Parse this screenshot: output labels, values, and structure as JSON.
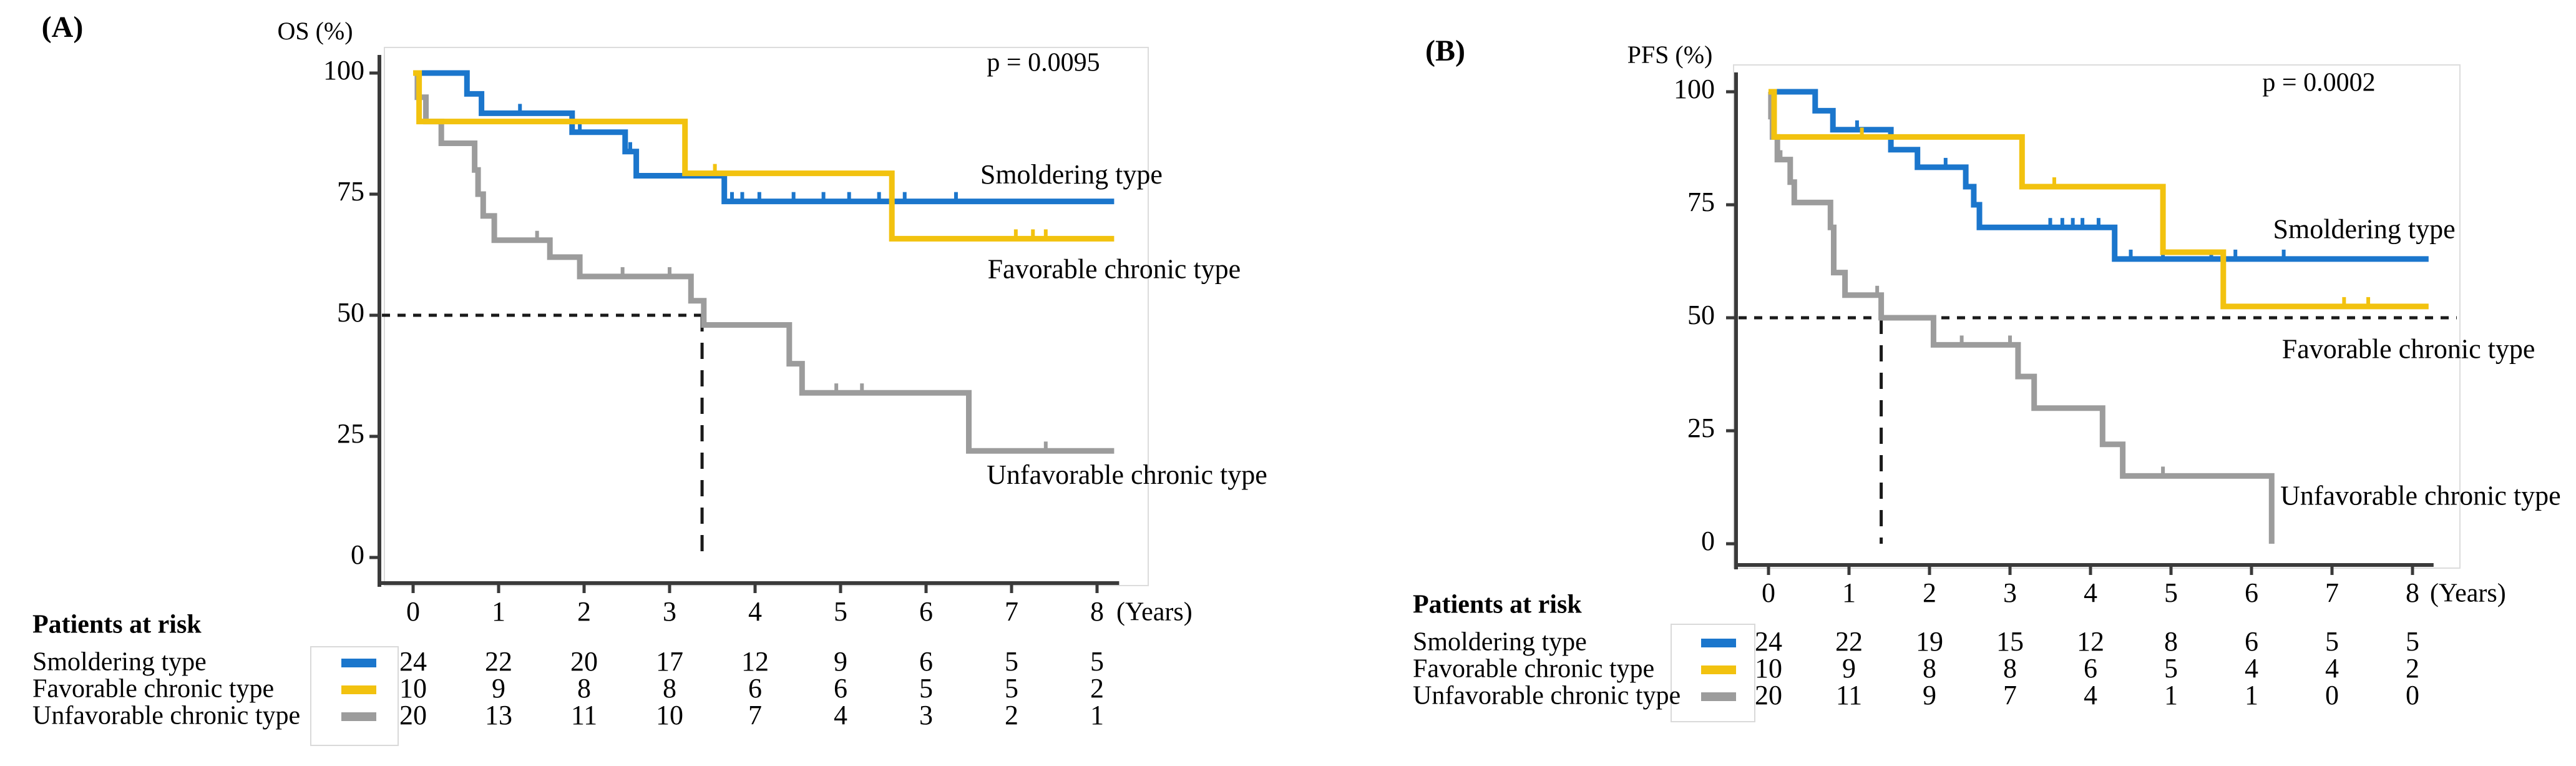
{
  "figure": {
    "description": "Kaplan-Meier survival curves by clinical subtype",
    "colors": {
      "smoldering": "#1b76cc",
      "favorable": "#f2c20f",
      "unfavorable": "#9c9c9c",
      "dashed": "#1a1a1a"
    }
  },
  "chart_data": [
    {
      "type": "line",
      "panel_label": "(A)",
      "y_axis_title": "OS (%)",
      "p_value": "p = 0.0095",
      "x_unit_label": "(Years)",
      "x_ticks": [
        "0",
        "1",
        "2",
        "3",
        "4",
        "5",
        "6",
        "7",
        "8"
      ],
      "y_ticks": [
        "0",
        "25",
        "50",
        "75",
        "100"
      ],
      "xlim": [
        0,
        8.2
      ],
      "ylim": [
        0,
        100
      ],
      "median_dashed": {
        "horizontal_y_pct": 50,
        "horizontal_extent_years": 3.38,
        "vertical_x_years": 3.38
      },
      "series": [
        {
          "name": "Unfavorable chronic type",
          "color": "#9c9c9c",
          "steps": [
            [
              0,
              100
            ],
            [
              0.05,
              100
            ],
            [
              0.05,
              95
            ],
            [
              0.15,
              95
            ],
            [
              0.15,
              90
            ],
            [
              0.33,
              90
            ],
            [
              0.33,
              85.5
            ],
            [
              0.72,
              85.5
            ],
            [
              0.72,
              80
            ],
            [
              0.76,
              80
            ],
            [
              0.76,
              75
            ],
            [
              0.82,
              75
            ],
            [
              0.82,
              70.5
            ],
            [
              0.95,
              70.5
            ],
            [
              0.95,
              65.5
            ],
            [
              1.6,
              65.5
            ],
            [
              1.6,
              62
            ],
            [
              1.95,
              62
            ],
            [
              1.95,
              58
            ],
            [
              3.25,
              58
            ],
            [
              3.25,
              53
            ],
            [
              3.4,
              53
            ],
            [
              3.4,
              48
            ],
            [
              4.4,
              48
            ],
            [
              4.4,
              40
            ],
            [
              4.55,
              40
            ],
            [
              4.55,
              34
            ],
            [
              6.5,
              34
            ],
            [
              6.5,
              22
            ],
            [
              8.2,
              22
            ]
          ],
          "censors": [
            [
              1.45,
              65.5
            ],
            [
              2.45,
              58
            ],
            [
              3.0,
              58
            ],
            [
              4.95,
              34
            ],
            [
              5.25,
              34
            ],
            [
              7.4,
              22
            ]
          ],
          "label": "Unfavorable chronic type",
          "label_pos_years_pct": [
            8.35,
            16.5
          ]
        },
        {
          "name": "Smoldering type",
          "color": "#1b76cc",
          "steps": [
            [
              0,
              100
            ],
            [
              0.63,
              100
            ],
            [
              0.63,
              95.7
            ],
            [
              0.8,
              95.7
            ],
            [
              0.8,
              91.7
            ],
            [
              1.86,
              91.7
            ],
            [
              1.86,
              87.8
            ],
            [
              2.48,
              87.8
            ],
            [
              2.48,
              83.8
            ],
            [
              2.61,
              83.8
            ],
            [
              2.61,
              78.8
            ],
            [
              3.64,
              78.8
            ],
            [
              3.64,
              73.5
            ],
            [
              8.2,
              73.5
            ]
          ],
          "censors": [
            [
              1.25,
              91.7
            ],
            [
              1.95,
              87.8
            ],
            [
              2.54,
              83.8
            ],
            [
              3.73,
              73.5
            ],
            [
              3.85,
              73.5
            ],
            [
              4.05,
              73.5
            ],
            [
              4.45,
              73.5
            ],
            [
              4.8,
              73.5
            ],
            [
              5.1,
              73.5
            ],
            [
              5.45,
              73.5
            ],
            [
              5.75,
              73.5
            ],
            [
              6.35,
              73.5
            ]
          ],
          "label": "Smoldering type",
          "label_pos_years_pct": [
            7.7,
            78.5
          ]
        },
        {
          "name": "Favorable chronic type",
          "color": "#f2c20f",
          "steps": [
            [
              0,
              100
            ],
            [
              0.07,
              100
            ],
            [
              0.07,
              90
            ],
            [
              3.18,
              90
            ],
            [
              3.18,
              79.3
            ],
            [
              5.6,
              79.3
            ],
            [
              5.6,
              65.8
            ],
            [
              8.2,
              65.8
            ]
          ],
          "censors": [
            [
              3.53,
              79.3
            ],
            [
              7.05,
              65.8
            ],
            [
              7.25,
              65.8
            ],
            [
              7.4,
              65.8
            ]
          ],
          "label": "Favorable chronic type",
          "label_pos_years_pct": [
            8.2,
            59
          ]
        }
      ],
      "at_risk": {
        "title": "Patients at risk",
        "rows": [
          {
            "name": "Smoldering type",
            "color": "#1b76cc",
            "counts": [
              "24",
              "22",
              "20",
              "17",
              "12",
              "9",
              "6",
              "5",
              "5"
            ]
          },
          {
            "name": "Favorable chronic type",
            "color": "#f2c20f",
            "counts": [
              "10",
              "9",
              "8",
              "8",
              "6",
              "6",
              "5",
              "5",
              "2"
            ]
          },
          {
            "name": "Unfavorable chronic type",
            "color": "#9c9c9c",
            "counts": [
              "20",
              "13",
              "11",
              "10",
              "7",
              "4",
              "3",
              "2",
              "1"
            ]
          }
        ]
      }
    },
    {
      "type": "line",
      "panel_label": "(B)",
      "y_axis_title": "PFS (%)",
      "p_value": "p = 0.0002",
      "x_unit_label": "(Years)",
      "x_ticks": [
        "0",
        "1",
        "2",
        "3",
        "4",
        "5",
        "6",
        "7",
        "8"
      ],
      "y_ticks": [
        "0",
        "25",
        "50",
        "75",
        "100"
      ],
      "xlim": [
        0,
        8.2
      ],
      "ylim": [
        0,
        100
      ],
      "median_dashed": {
        "horizontal_y_pct": 50,
        "horizontal_extent_years": 8.55,
        "vertical_x_years": 1.4
      },
      "series": [
        {
          "name": "Unfavorable chronic type",
          "color": "#9c9c9c",
          "steps": [
            [
              0,
              100
            ],
            [
              0.03,
              100
            ],
            [
              0.03,
              94.5
            ],
            [
              0.05,
              94.5
            ],
            [
              0.05,
              90
            ],
            [
              0.11,
              90
            ],
            [
              0.11,
              85
            ],
            [
              0.27,
              85
            ],
            [
              0.27,
              80
            ],
            [
              0.32,
              80
            ],
            [
              0.32,
              75.5
            ],
            [
              0.77,
              75.5
            ],
            [
              0.77,
              70
            ],
            [
              0.81,
              70
            ],
            [
              0.81,
              60
            ],
            [
              0.95,
              60
            ],
            [
              0.95,
              55
            ],
            [
              1.4,
              55
            ],
            [
              1.4,
              50
            ],
            [
              2.05,
              50
            ],
            [
              2.05,
              44
            ],
            [
              3.1,
              44
            ],
            [
              3.1,
              37
            ],
            [
              3.3,
              37
            ],
            [
              3.3,
              30
            ],
            [
              4.15,
              30
            ],
            [
              4.15,
              22
            ],
            [
              4.4,
              22
            ],
            [
              4.4,
              15
            ],
            [
              6.25,
              15
            ],
            [
              6.25,
              0
            ]
          ],
          "censors": [
            [
              0.15,
              85
            ],
            [
              1.35,
              55
            ],
            [
              2.4,
              44
            ],
            [
              3.0,
              44
            ],
            [
              4.9,
              15
            ]
          ],
          "label": "Unfavorable chronic type",
          "label_pos_years_pct": [
            8.1,
            10
          ]
        },
        {
          "name": "Smoldering type",
          "color": "#1b76cc",
          "steps": [
            [
              0,
              100
            ],
            [
              0.58,
              100
            ],
            [
              0.58,
              95.8
            ],
            [
              0.8,
              95.8
            ],
            [
              0.8,
              91.6
            ],
            [
              1.52,
              91.6
            ],
            [
              1.52,
              87.2
            ],
            [
              1.85,
              87.2
            ],
            [
              1.85,
              83.3
            ],
            [
              2.45,
              83.3
            ],
            [
              2.45,
              79
            ],
            [
              2.55,
              79
            ],
            [
              2.55,
              75
            ],
            [
              2.62,
              75
            ],
            [
              2.62,
              70
            ],
            [
              4.3,
              70
            ],
            [
              4.3,
              63
            ],
            [
              8.2,
              63
            ]
          ],
          "censors": [
            [
              1.1,
              91.6
            ],
            [
              2.2,
              83.3
            ],
            [
              3.5,
              70
            ],
            [
              3.65,
              70
            ],
            [
              3.78,
              70
            ],
            [
              3.9,
              70
            ],
            [
              4.1,
              70
            ],
            [
              4.5,
              63
            ],
            [
              4.9,
              63
            ],
            [
              5.5,
              63
            ],
            [
              5.8,
              63
            ],
            [
              6.4,
              63
            ]
          ],
          "label": "Smoldering type",
          "label_pos_years_pct": [
            7.4,
            69
          ]
        },
        {
          "name": "Favorable chronic type",
          "color": "#f2c20f",
          "steps": [
            [
              0,
              100
            ],
            [
              0.07,
              100
            ],
            [
              0.07,
              90
            ],
            [
              3.15,
              90
            ],
            [
              3.15,
              79
            ],
            [
              4.9,
              79
            ],
            [
              4.9,
              64.5
            ],
            [
              5.65,
              64.5
            ],
            [
              5.65,
              52.5
            ],
            [
              8.2,
              52.5
            ]
          ],
          "censors": [
            [
              1.16,
              90
            ],
            [
              3.55,
              79
            ],
            [
              7.15,
              52.5
            ],
            [
              7.45,
              52.5
            ]
          ],
          "label": "Favorable chronic type",
          "label_pos_years_pct": [
            7.95,
            42.5
          ]
        }
      ],
      "at_risk": {
        "title": "Patients at risk",
        "rows": [
          {
            "name": "Smoldering type",
            "color": "#1b76cc",
            "counts": [
              "24",
              "22",
              "19",
              "15",
              "12",
              "8",
              "6",
              "5",
              "5"
            ]
          },
          {
            "name": "Favorable chronic type",
            "color": "#f2c20f",
            "counts": [
              "10",
              "9",
              "8",
              "8",
              "6",
              "5",
              "4",
              "4",
              "2"
            ]
          },
          {
            "name": "Unfavorable chronic type",
            "color": "#9c9c9c",
            "counts": [
              "20",
              "11",
              "9",
              "7",
              "4",
              "1",
              "1",
              "0",
              "0"
            ]
          }
        ]
      }
    }
  ]
}
